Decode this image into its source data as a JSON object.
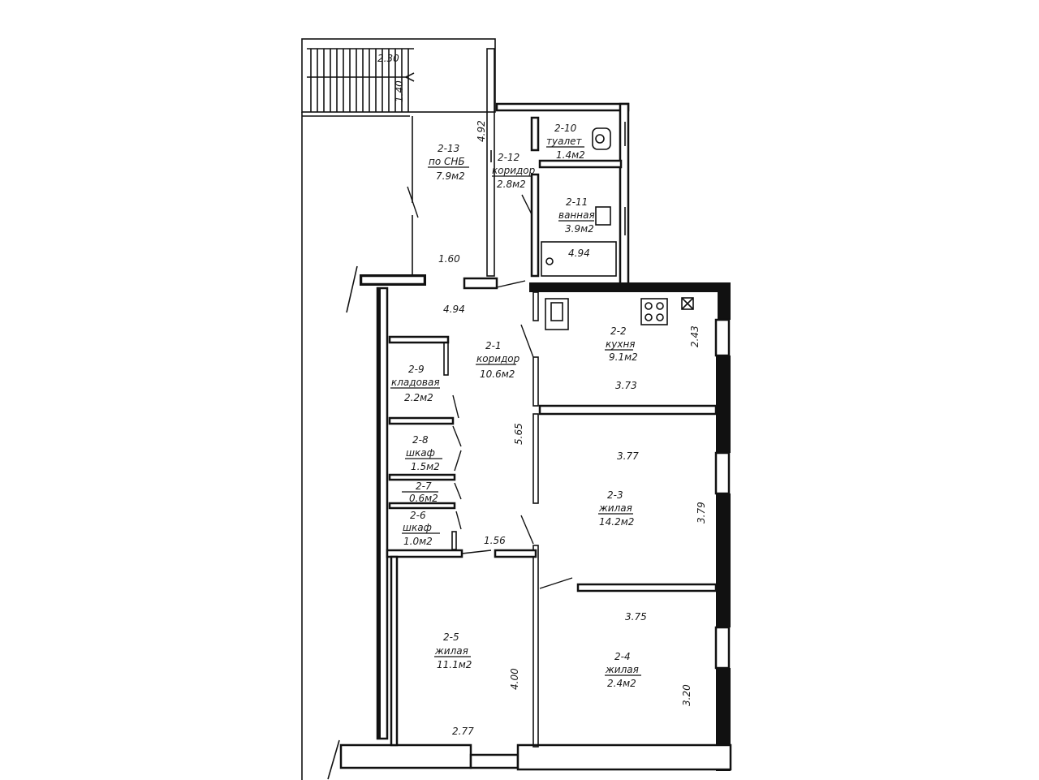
{
  "colors": {
    "wall": "#111111",
    "background": "#ffffff"
  },
  "rooms": [
    {
      "id": "2-1",
      "name": "коридор",
      "area": "10.6м2"
    },
    {
      "id": "2-2",
      "name": "кухня",
      "area": "9.1м2"
    },
    {
      "id": "2-3",
      "name": "жилая",
      "area": "14.2м2"
    },
    {
      "id": "2-4",
      "name": "жилая",
      "area": "2.4м2"
    },
    {
      "id": "2-5",
      "name": "жилая",
      "area": "11.1м2"
    },
    {
      "id": "2-6",
      "name": "шкаф",
      "area": "1.0м2"
    },
    {
      "id": "2-7",
      "name": "",
      "area": "0.6м2"
    },
    {
      "id": "2-8",
      "name": "шкаф",
      "area": "1.5м2"
    },
    {
      "id": "2-9",
      "name": "кладовая",
      "area": "2.2м2"
    },
    {
      "id": "2-10",
      "name": "туалет",
      "area": "1.4м2"
    },
    {
      "id": "2-11",
      "name": "ванная",
      "area": "3.9м2"
    },
    {
      "id": "2-12",
      "name": "коридор",
      "area": "2.8м2"
    },
    {
      "id": "2-13",
      "name": "по СНБ",
      "area": "7.9м2"
    }
  ],
  "dimensions": {
    "stair_width": "2.30",
    "stair_depth": "1.40",
    "vestibule_length": "4.92",
    "vestibule_width": "1.60",
    "bath_length": "4.94",
    "corridor_width": "4.94",
    "corridor_length": "5.65",
    "corridor_end": "1.56",
    "kitchen_depth": "2.43",
    "kitchen_width": "3.73",
    "room3_width": "3.77",
    "room3_depth": "3.79",
    "room4_width": "3.75",
    "room4_depth": "3.20",
    "room5_width": "2.77",
    "room5_depth": "4.00"
  }
}
